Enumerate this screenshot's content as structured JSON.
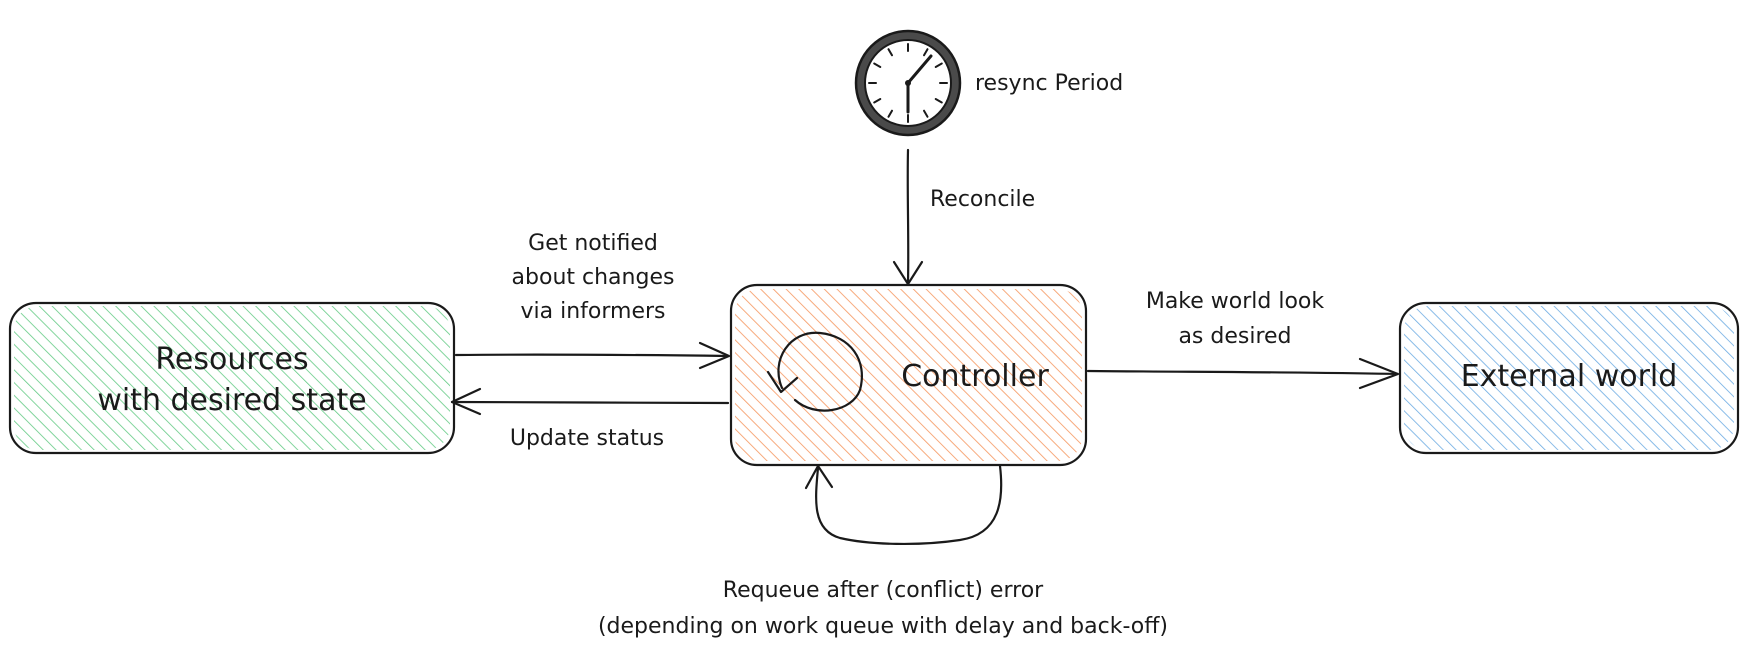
{
  "nodes": {
    "resources": {
      "line1": "Resources",
      "line2": "with desired state"
    },
    "controller": {
      "label": "Controller"
    },
    "external": {
      "label": "External world"
    }
  },
  "clock": {
    "label": "resync Period"
  },
  "edges": {
    "reconcile": "Reconcile",
    "notified": {
      "line1": "Get notified",
      "line2": "about changes",
      "line3": "via informers"
    },
    "update_status": "Update status",
    "make_world": {
      "line1": "Make world look",
      "line2": "as desired"
    },
    "requeue": {
      "line1": "Requeue after (conflict) error",
      "line2": "(depending on work queue with delay and back-off)"
    }
  },
  "colors": {
    "resources_fill": "#2fb85a",
    "controller_fill": "#f4894a",
    "external_fill": "#3a8fd8",
    "stroke": "#1a1a1a"
  }
}
